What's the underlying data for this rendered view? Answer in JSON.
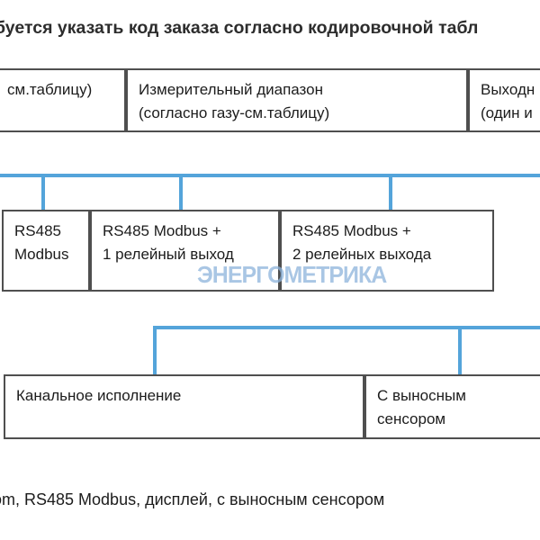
{
  "page": {
    "title": "буется указать код заказа согласно кодировочной табл",
    "footer_text": "om, RS485 Modbus, дисплей, с выносным сенсором",
    "watermark": "ЭНЕРГОМЕТРИКА"
  },
  "colors": {
    "connector_blue": "#54a4da",
    "box_border_gray": "#4f4f4f",
    "watermark_blue": "#8cb3db",
    "text_dark": "#1c1c1c"
  },
  "diagram": {
    "rows": [
      {
        "boxes": [
          {
            "lines": [
              "см.таблицу)"
            ]
          },
          {
            "lines": [
              "Измерительный диапазон",
              "(согласно газу-см.таблицу)"
            ]
          },
          {
            "lines": [
              "Выходн",
              "(один и"
            ]
          }
        ]
      },
      {
        "boxes": [
          {
            "lines": [
              "RS485",
              "Modbus"
            ]
          },
          {
            "lines": [
              "RS485 Modbus +",
              "1 релейный выход"
            ]
          },
          {
            "lines": [
              "RS485 Modbus +",
              "2 релейных выхода"
            ]
          }
        ]
      },
      {
        "boxes": [
          {
            "lines": [
              "Канальное исполнение"
            ]
          },
          {
            "lines": [
              "С выносным",
              "сенсором"
            ]
          }
        ]
      }
    ]
  }
}
